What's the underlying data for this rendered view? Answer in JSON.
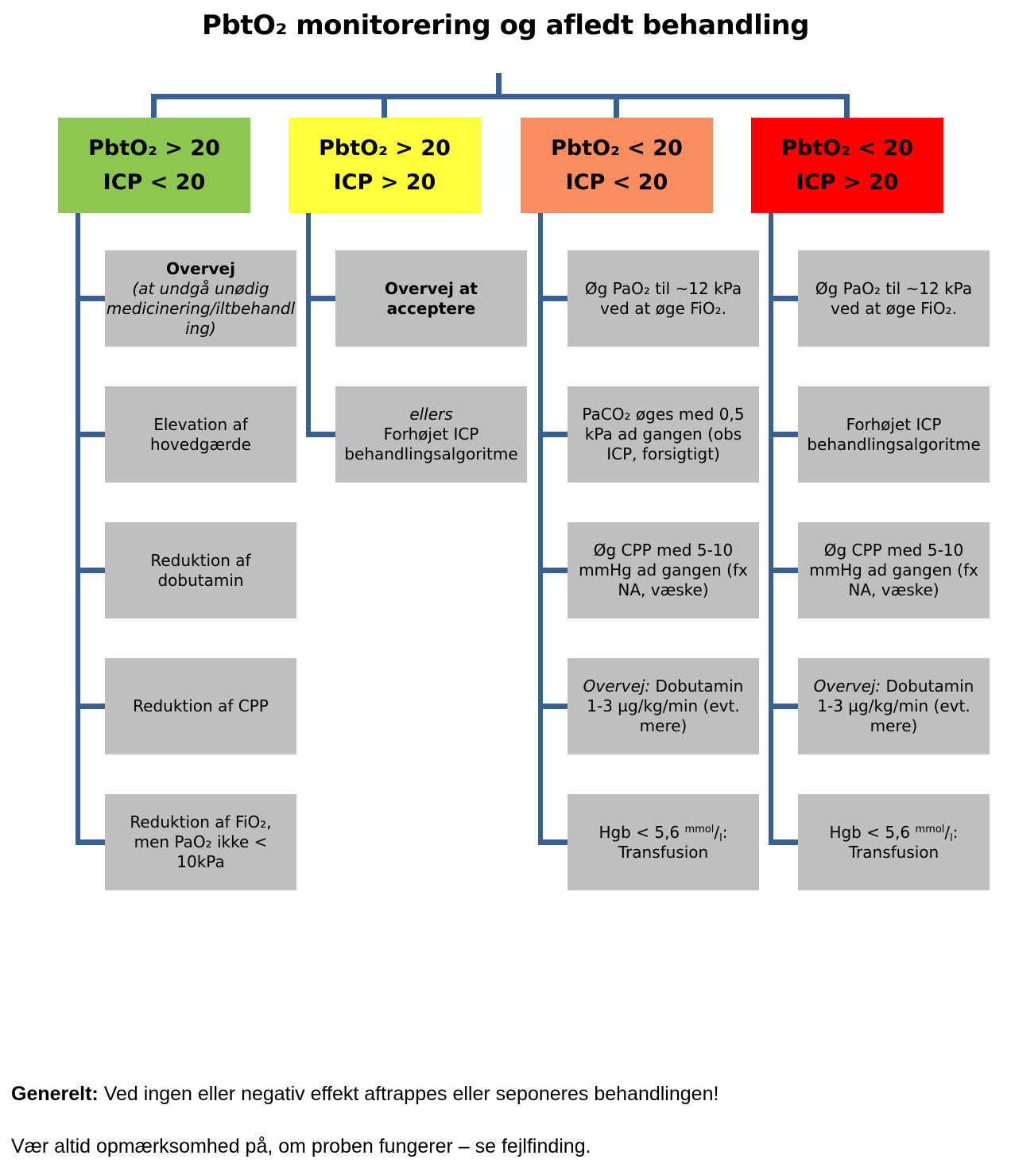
{
  "title": "PbtO₂ monitorering og afledt behandling",
  "colors": {
    "connector": "#386092",
    "box_gray": "#BFBFBF",
    "green": "#8CC850",
    "yellow": "#FFFF3E",
    "orange": "#FA8D5F",
    "red": "#FE0000"
  },
  "columns": [
    {
      "id": "green",
      "color": "#8CC850",
      "header_line1": "PbtO₂ > 20",
      "header_line2": "ICP < 20",
      "boxes": {
        "b1_bold": "Overvej",
        "b1_italic": "(at undgå unødig medicinering/iltbehandling)",
        "b2": "Elevation af hovedgærde",
        "b3": "Reduktion af dobutamin",
        "b4": "Reduktion af CPP",
        "b5": "Reduktion af FiO₂, men PaO₂ ikke < 10kPa"
      }
    },
    {
      "id": "yellow",
      "color": "#FFFF3E",
      "header_line1": "PbtO₂ > 20",
      "header_line2": "ICP > 20",
      "boxes": {
        "b1_bold": "Overvej at acceptere",
        "b2_italic": "ellers",
        "b2_rest": "Forhøjet ICP behandlingsalgoritme"
      }
    },
    {
      "id": "orange",
      "color": "#FA8D5F",
      "header_line1": "PbtO₂ < 20",
      "header_line2": "ICP < 20",
      "boxes": {
        "b1": "Øg PaO₂ til ~12 kPa ved at øge FiO₂.",
        "b2": "PaCO₂ øges med 0,5 kPa ad gangen (obs ICP, forsigtigt)",
        "b3": "Øg CPP med 5-10 mmHg ad gangen (fx NA, væske)",
        "b4_italic": "Overvej:",
        "b4_rest": "Dobutamin 1-3 µg/kg/min (evt. mere)",
        "b5_pre": "Hgb < 5,6",
        "b5_sup": "mmol",
        "b5_slash": "/",
        "b5_sub": "l",
        "b5_post": ": Transfusion"
      }
    },
    {
      "id": "red",
      "color": "#FE0000",
      "header_line1": "PbtO₂ < 20",
      "header_line2": "ICP > 20",
      "boxes": {
        "b1": "Øg PaO₂ til ~12 kPa ved at øge FiO₂.",
        "b2": "Forhøjet ICP behandlingsalgoritme",
        "b3": "Øg CPP med 5-10 mmHg ad gangen (fx NA, væske)",
        "b4_italic": "Overvej:",
        "b4_rest": "Dobutamin 1-3 µg/kg/min (evt. mere)",
        "b5_pre": "Hgb < 5,6",
        "b5_sup": "mmol",
        "b5_slash": "/",
        "b5_sub": "l",
        "b5_post": ": Transfusion"
      }
    }
  ],
  "footer": {
    "line1_bold": "Generelt:",
    "line1_rest": "Ved ingen eller negativ effekt aftrappes eller seponeres behandlingen!",
    "line2": "Vær altid opmærksomhed på, om proben fungerer – se fejlfinding."
  }
}
